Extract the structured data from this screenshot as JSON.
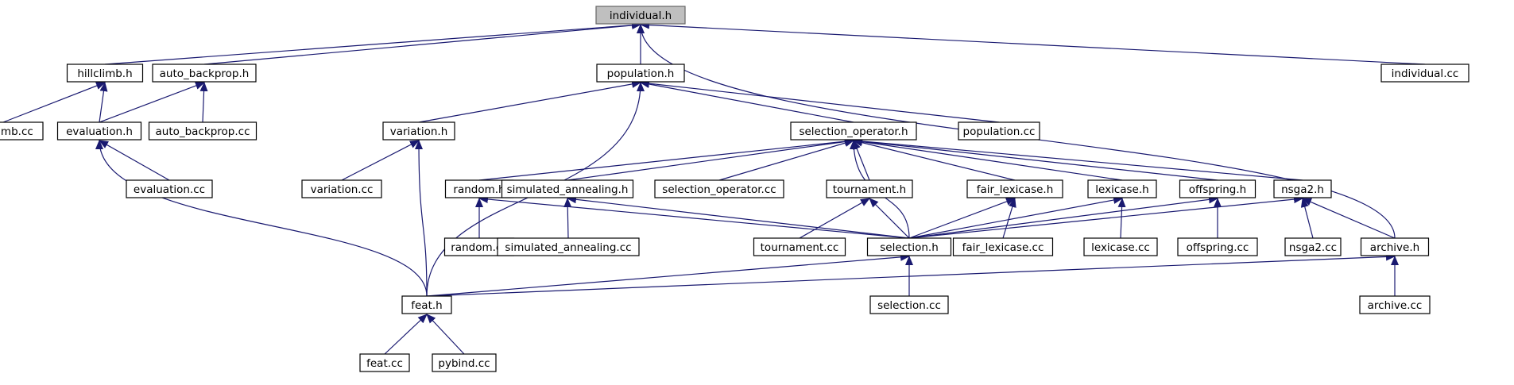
{
  "graph": {
    "type": "include-dependency-graph",
    "root": "individual.h",
    "nodes": [
      {
        "id": "individual_h",
        "label": "individual.h"
      },
      {
        "id": "hillclimb_h",
        "label": "hillclimb.h"
      },
      {
        "id": "auto_backprop_h",
        "label": "auto_backprop.h"
      },
      {
        "id": "population_h",
        "label": "population.h"
      },
      {
        "id": "individual_cc",
        "label": "individual.cc"
      },
      {
        "id": "hillclimb_cc",
        "label": "hillclimb.cc"
      },
      {
        "id": "evaluation_h",
        "label": "evaluation.h"
      },
      {
        "id": "auto_backprop_cc",
        "label": "auto_backprop.cc"
      },
      {
        "id": "variation_h",
        "label": "variation.h"
      },
      {
        "id": "selection_operator_h",
        "label": "selection_operator.h"
      },
      {
        "id": "population_cc",
        "label": "population.cc"
      },
      {
        "id": "evaluation_cc",
        "label": "evaluation.cc"
      },
      {
        "id": "variation_cc",
        "label": "variation.cc"
      },
      {
        "id": "random_h",
        "label": "random.h"
      },
      {
        "id": "simulated_annealing_h",
        "label": "simulated_annealing.h"
      },
      {
        "id": "selection_operator_cc",
        "label": "selection_operator.cc"
      },
      {
        "id": "tournament_h",
        "label": "tournament.h"
      },
      {
        "id": "fair_lexicase_h",
        "label": "fair_lexicase.h"
      },
      {
        "id": "lexicase_h",
        "label": "lexicase.h"
      },
      {
        "id": "offspring_h",
        "label": "offspring.h"
      },
      {
        "id": "nsga2_h",
        "label": "nsga2.h"
      },
      {
        "id": "random_cc",
        "label": "random.cc"
      },
      {
        "id": "simulated_annealing_cc",
        "label": "simulated_annealing.cc"
      },
      {
        "id": "tournament_cc",
        "label": "tournament.cc"
      },
      {
        "id": "selection_h",
        "label": "selection.h"
      },
      {
        "id": "fair_lexicase_cc",
        "label": "fair_lexicase.cc"
      },
      {
        "id": "lexicase_cc",
        "label": "lexicase.cc"
      },
      {
        "id": "offspring_cc",
        "label": "offspring.cc"
      },
      {
        "id": "nsga2_cc",
        "label": "nsga2.cc"
      },
      {
        "id": "archive_h",
        "label": "archive.h"
      },
      {
        "id": "feat_h",
        "label": "feat.h"
      },
      {
        "id": "selection_cc",
        "label": "selection.cc"
      },
      {
        "id": "archive_cc",
        "label": "archive.cc"
      },
      {
        "id": "feat_cc",
        "label": "feat.cc"
      },
      {
        "id": "pybind_cc",
        "label": "pybind.cc"
      }
    ],
    "edges": [
      {
        "from": "hillclimb_h",
        "to": "individual_h"
      },
      {
        "from": "auto_backprop_h",
        "to": "individual_h"
      },
      {
        "from": "population_h",
        "to": "individual_h"
      },
      {
        "from": "individual_cc",
        "to": "individual_h"
      },
      {
        "from": "archive_h",
        "to": "individual_h"
      },
      {
        "from": "hillclimb_cc",
        "to": "hillclimb_h"
      },
      {
        "from": "evaluation_h",
        "to": "hillclimb_h"
      },
      {
        "from": "evaluation_h",
        "to": "auto_backprop_h"
      },
      {
        "from": "auto_backprop_cc",
        "to": "auto_backprop_h"
      },
      {
        "from": "variation_h",
        "to": "population_h"
      },
      {
        "from": "selection_operator_h",
        "to": "population_h"
      },
      {
        "from": "population_cc",
        "to": "population_h"
      },
      {
        "from": "feat_h",
        "to": "population_h"
      },
      {
        "from": "evaluation_cc",
        "to": "evaluation_h"
      },
      {
        "from": "feat_h",
        "to": "evaluation_h"
      },
      {
        "from": "variation_cc",
        "to": "variation_h"
      },
      {
        "from": "feat_h",
        "to": "variation_h"
      },
      {
        "from": "random_h",
        "to": "selection_operator_h"
      },
      {
        "from": "simulated_annealing_h",
        "to": "selection_operator_h"
      },
      {
        "from": "selection_operator_cc",
        "to": "selection_operator_h"
      },
      {
        "from": "tournament_h",
        "to": "selection_operator_h"
      },
      {
        "from": "selection_h",
        "to": "selection_operator_h"
      },
      {
        "from": "fair_lexicase_h",
        "to": "selection_operator_h"
      },
      {
        "from": "lexicase_h",
        "to": "selection_operator_h"
      },
      {
        "from": "offspring_h",
        "to": "selection_operator_h"
      },
      {
        "from": "nsga2_h",
        "to": "selection_operator_h"
      },
      {
        "from": "random_cc",
        "to": "random_h"
      },
      {
        "from": "selection_h",
        "to": "random_h"
      },
      {
        "from": "simulated_annealing_cc",
        "to": "simulated_annealing_h"
      },
      {
        "from": "selection_h",
        "to": "simulated_annealing_h"
      },
      {
        "from": "tournament_cc",
        "to": "tournament_h"
      },
      {
        "from": "selection_h",
        "to": "tournament_h"
      },
      {
        "from": "selection_h",
        "to": "fair_lexicase_h"
      },
      {
        "from": "fair_lexicase_cc",
        "to": "fair_lexicase_h"
      },
      {
        "from": "selection_h",
        "to": "lexicase_h"
      },
      {
        "from": "lexicase_cc",
        "to": "lexicase_h"
      },
      {
        "from": "selection_h",
        "to": "offspring_h"
      },
      {
        "from": "offspring_cc",
        "to": "offspring_h"
      },
      {
        "from": "selection_h",
        "to": "nsga2_h"
      },
      {
        "from": "nsga2_cc",
        "to": "nsga2_h"
      },
      {
        "from": "archive_h",
        "to": "nsga2_h"
      },
      {
        "from": "feat_h",
        "to": "selection_h"
      },
      {
        "from": "selection_cc",
        "to": "selection_h"
      },
      {
        "from": "feat_h",
        "to": "archive_h"
      },
      {
        "from": "archive_cc",
        "to": "archive_h"
      },
      {
        "from": "feat_cc",
        "to": "feat_h"
      },
      {
        "from": "pybind_cc",
        "to": "feat_h"
      }
    ]
  },
  "colors": {
    "edge": "#191970",
    "node_border": "#000000",
    "root_fill": "#bfbfbf",
    "node_fill": "#ffffff"
  }
}
